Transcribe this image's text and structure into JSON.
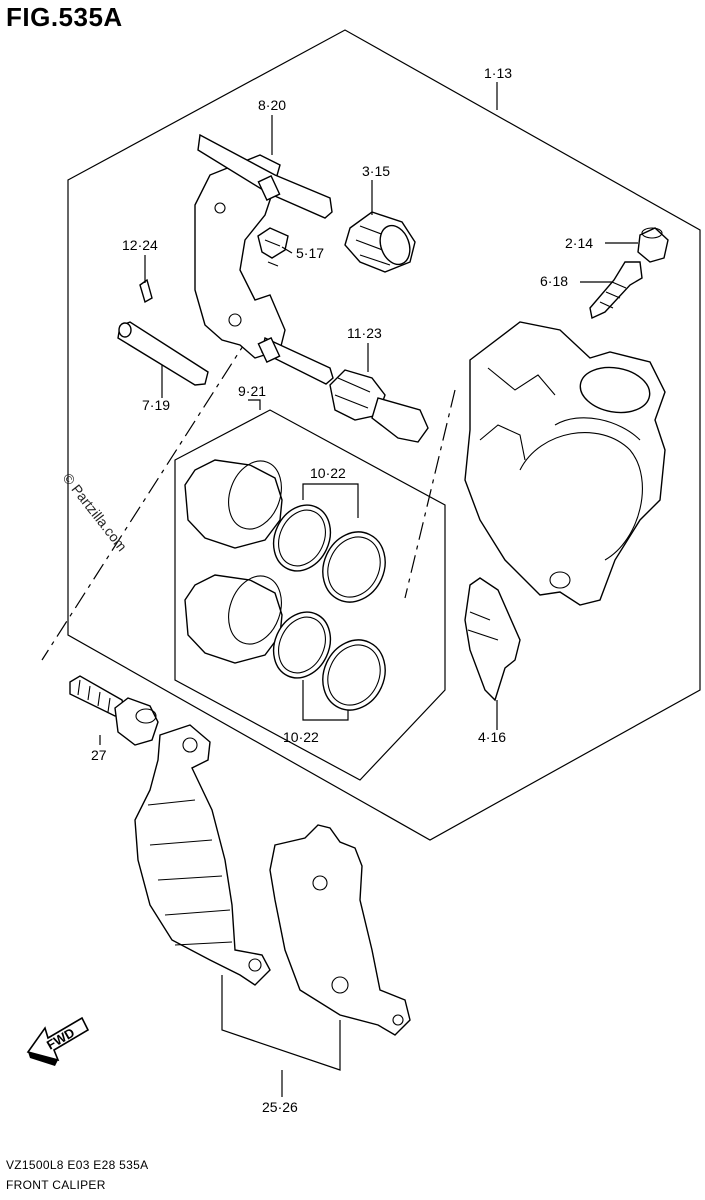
{
  "figure": {
    "title": "FIG.535A",
    "model_code": "VZ1500L8  E03  E28  535A",
    "section_name": "FRONT CALIPER"
  },
  "watermark": "© Partzilla.com",
  "direction_label": "FWD",
  "callouts": [
    {
      "id": "c-1-13",
      "label": "1·13"
    },
    {
      "id": "c-8-20",
      "label": "8·20"
    },
    {
      "id": "c-3-15",
      "label": "3·15"
    },
    {
      "id": "c-2-14",
      "label": "2·14"
    },
    {
      "id": "c-6-18",
      "label": "6·18"
    },
    {
      "id": "c-12-24",
      "label": "12·24"
    },
    {
      "id": "c-5-17",
      "label": "5·17"
    },
    {
      "id": "c-11-23",
      "label": "11·23"
    },
    {
      "id": "c-7-19",
      "label": "7·19"
    },
    {
      "id": "c-9-21",
      "label": "9·21"
    },
    {
      "id": "c-10-22-top",
      "label": "10·22"
    },
    {
      "id": "c-10-22-bottom",
      "label": "10·22"
    },
    {
      "id": "c-4-16",
      "label": "4·16"
    },
    {
      "id": "c-27",
      "label": "27"
    },
    {
      "id": "c-25-26",
      "label": "25·26"
    }
  ]
}
